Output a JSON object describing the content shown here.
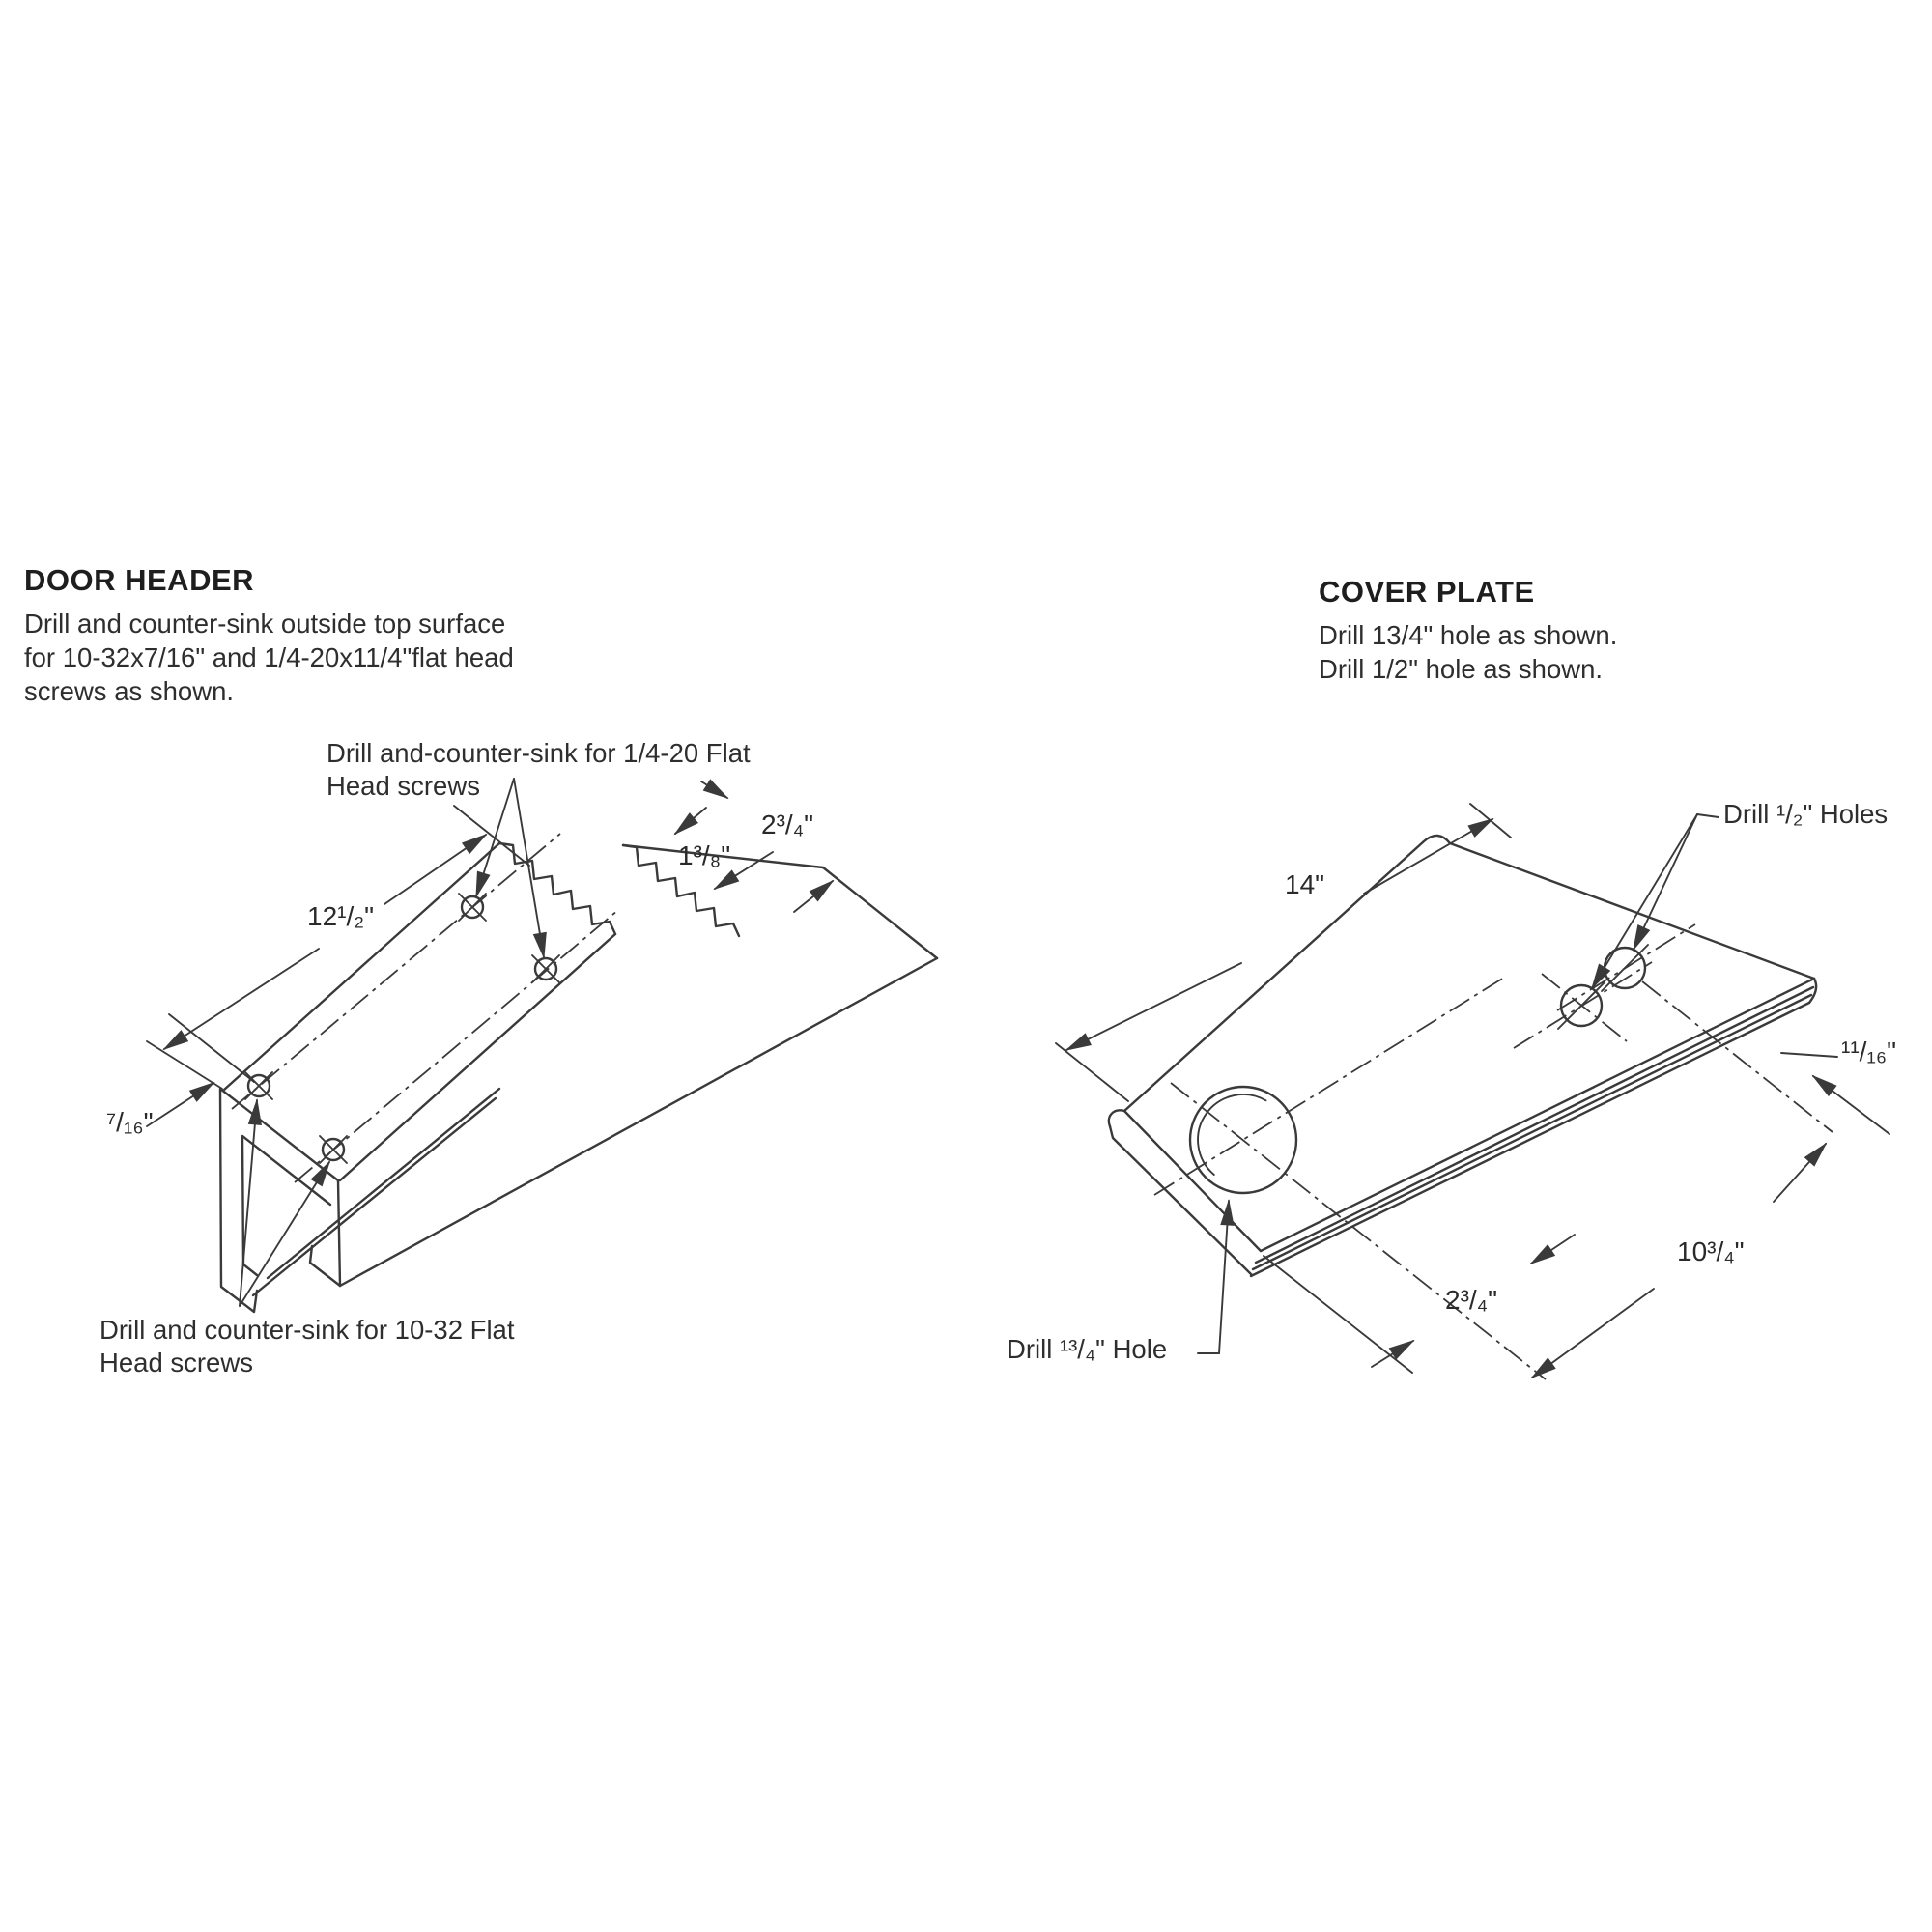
{
  "door_header": {
    "title": "DOOR HEADER",
    "description": "Drill and counter-sink outside top surface\nfor 10-32x7/16\" and 1/4-20x11/4\"flat head\nscrews as shown.",
    "callout_top": "Drill and-counter-sink for 1/4-20 Flat\nHead screws",
    "callout_bottom": "Drill and counter-sink for 10-32 Flat\nHead screws",
    "dimensions": {
      "length": "12¹/₂\"",
      "edge_offset": "⁷/₁₆\"",
      "hole_spacing": "1³/₈\"",
      "end_offset": "2³/₄\""
    }
  },
  "cover_plate": {
    "title": "COVER PLATE",
    "description": "Drill 13/4\" hole as shown.\nDrill 1/2\" hole as shown.",
    "callout_small_holes": "Drill ¹/₂\" Holes",
    "callout_large_hole": "Drill ¹³/₄\" Hole",
    "dimensions": {
      "length": "14\"",
      "edge_offset": "¹¹/₁₆\"",
      "hole_span": "10³/₄\"",
      "hole_inset": "2³/₄\""
    }
  },
  "colors": {
    "line": "#3a3a3a",
    "text": "#2a2a2a",
    "background": "#ffffff"
  }
}
